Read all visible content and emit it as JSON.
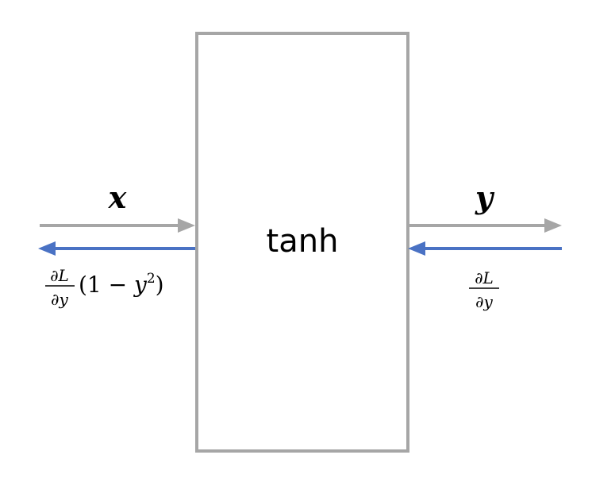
{
  "block": {
    "label": "tanh"
  },
  "forward": {
    "input_label": "x",
    "output_label": "y"
  },
  "backward": {
    "output_grad": {
      "numerator": "∂L",
      "denominator": "∂y"
    },
    "input_grad": {
      "numerator": "∂L",
      "denominator": "∂y",
      "factor_open": "(1 − ",
      "factor_var": "y",
      "factor_exp": "2",
      "factor_close": ")"
    }
  },
  "colors": {
    "forward_arrow": "#a6a6a6",
    "backward_arrow": "#4a72c4",
    "box_border": "#a6a6a6",
    "text": "#000000"
  }
}
